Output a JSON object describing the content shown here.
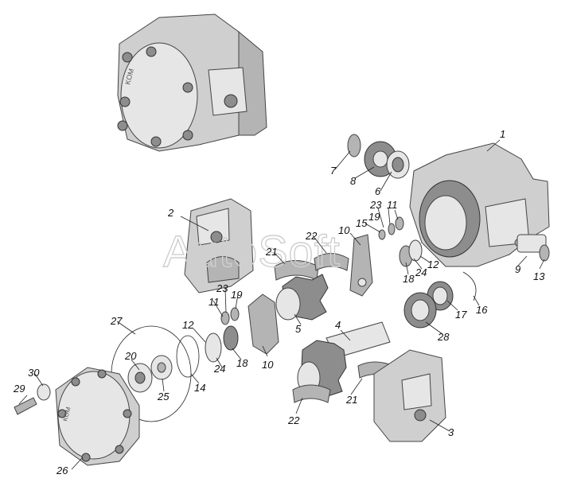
{
  "watermark": "AutoSoft",
  "part_labels": [
    "1",
    "2",
    "3",
    "4",
    "5",
    "6",
    "7",
    "8",
    "9",
    "10",
    "10",
    "11",
    "11",
    "12",
    "12",
    "13",
    "14",
    "15",
    "16",
    "17",
    "18",
    "18",
    "19",
    "19",
    "20",
    "21",
    "21",
    "22",
    "22",
    "23",
    "23",
    "24",
    "24",
    "25",
    "26",
    "27",
    "28",
    "29",
    "30"
  ],
  "stamp_text": "KOM",
  "colors": {
    "line": "#222222",
    "part_fill": "#cfcfcf",
    "shadow": "#8d8d8d",
    "highlight": "#e6e6e6",
    "watermark": "#cfcfcf"
  }
}
